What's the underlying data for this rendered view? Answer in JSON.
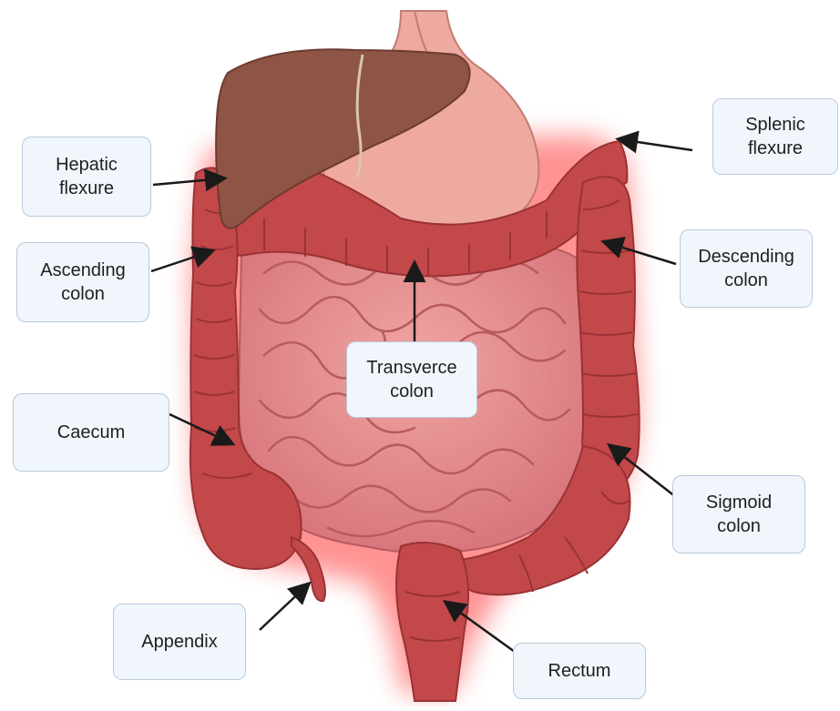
{
  "labels": {
    "hepatic": [
      "Hepatic",
      "flexure"
    ],
    "splenic": [
      "Splenic",
      "flexure"
    ],
    "ascending": [
      "Ascending",
      "colon"
    ],
    "descending": [
      "Descending",
      "colon"
    ],
    "transverse": [
      "Transverce",
      "colon"
    ],
    "caecum": [
      "Caecum"
    ],
    "sigmoid": [
      "Sigmoid",
      "colon"
    ],
    "appendix": [
      "Appendix"
    ],
    "rectum": [
      "Rectum"
    ]
  },
  "colors": {
    "liver": "#8e5446",
    "liver_edge": "#6e3a2f",
    "stomach": "#eeaaa0",
    "stomach_edge": "#c27c72",
    "colon": "#c2484a",
    "colon_dark": "#9a3236",
    "small_intestine": "#e48b8b",
    "small_intestine_dark": "#b85a60",
    "glow": "#ff3b3b",
    "arrow": "#1a1a1a",
    "box_fill": "#f1f6fc",
    "box_border": "#b8cadc"
  }
}
